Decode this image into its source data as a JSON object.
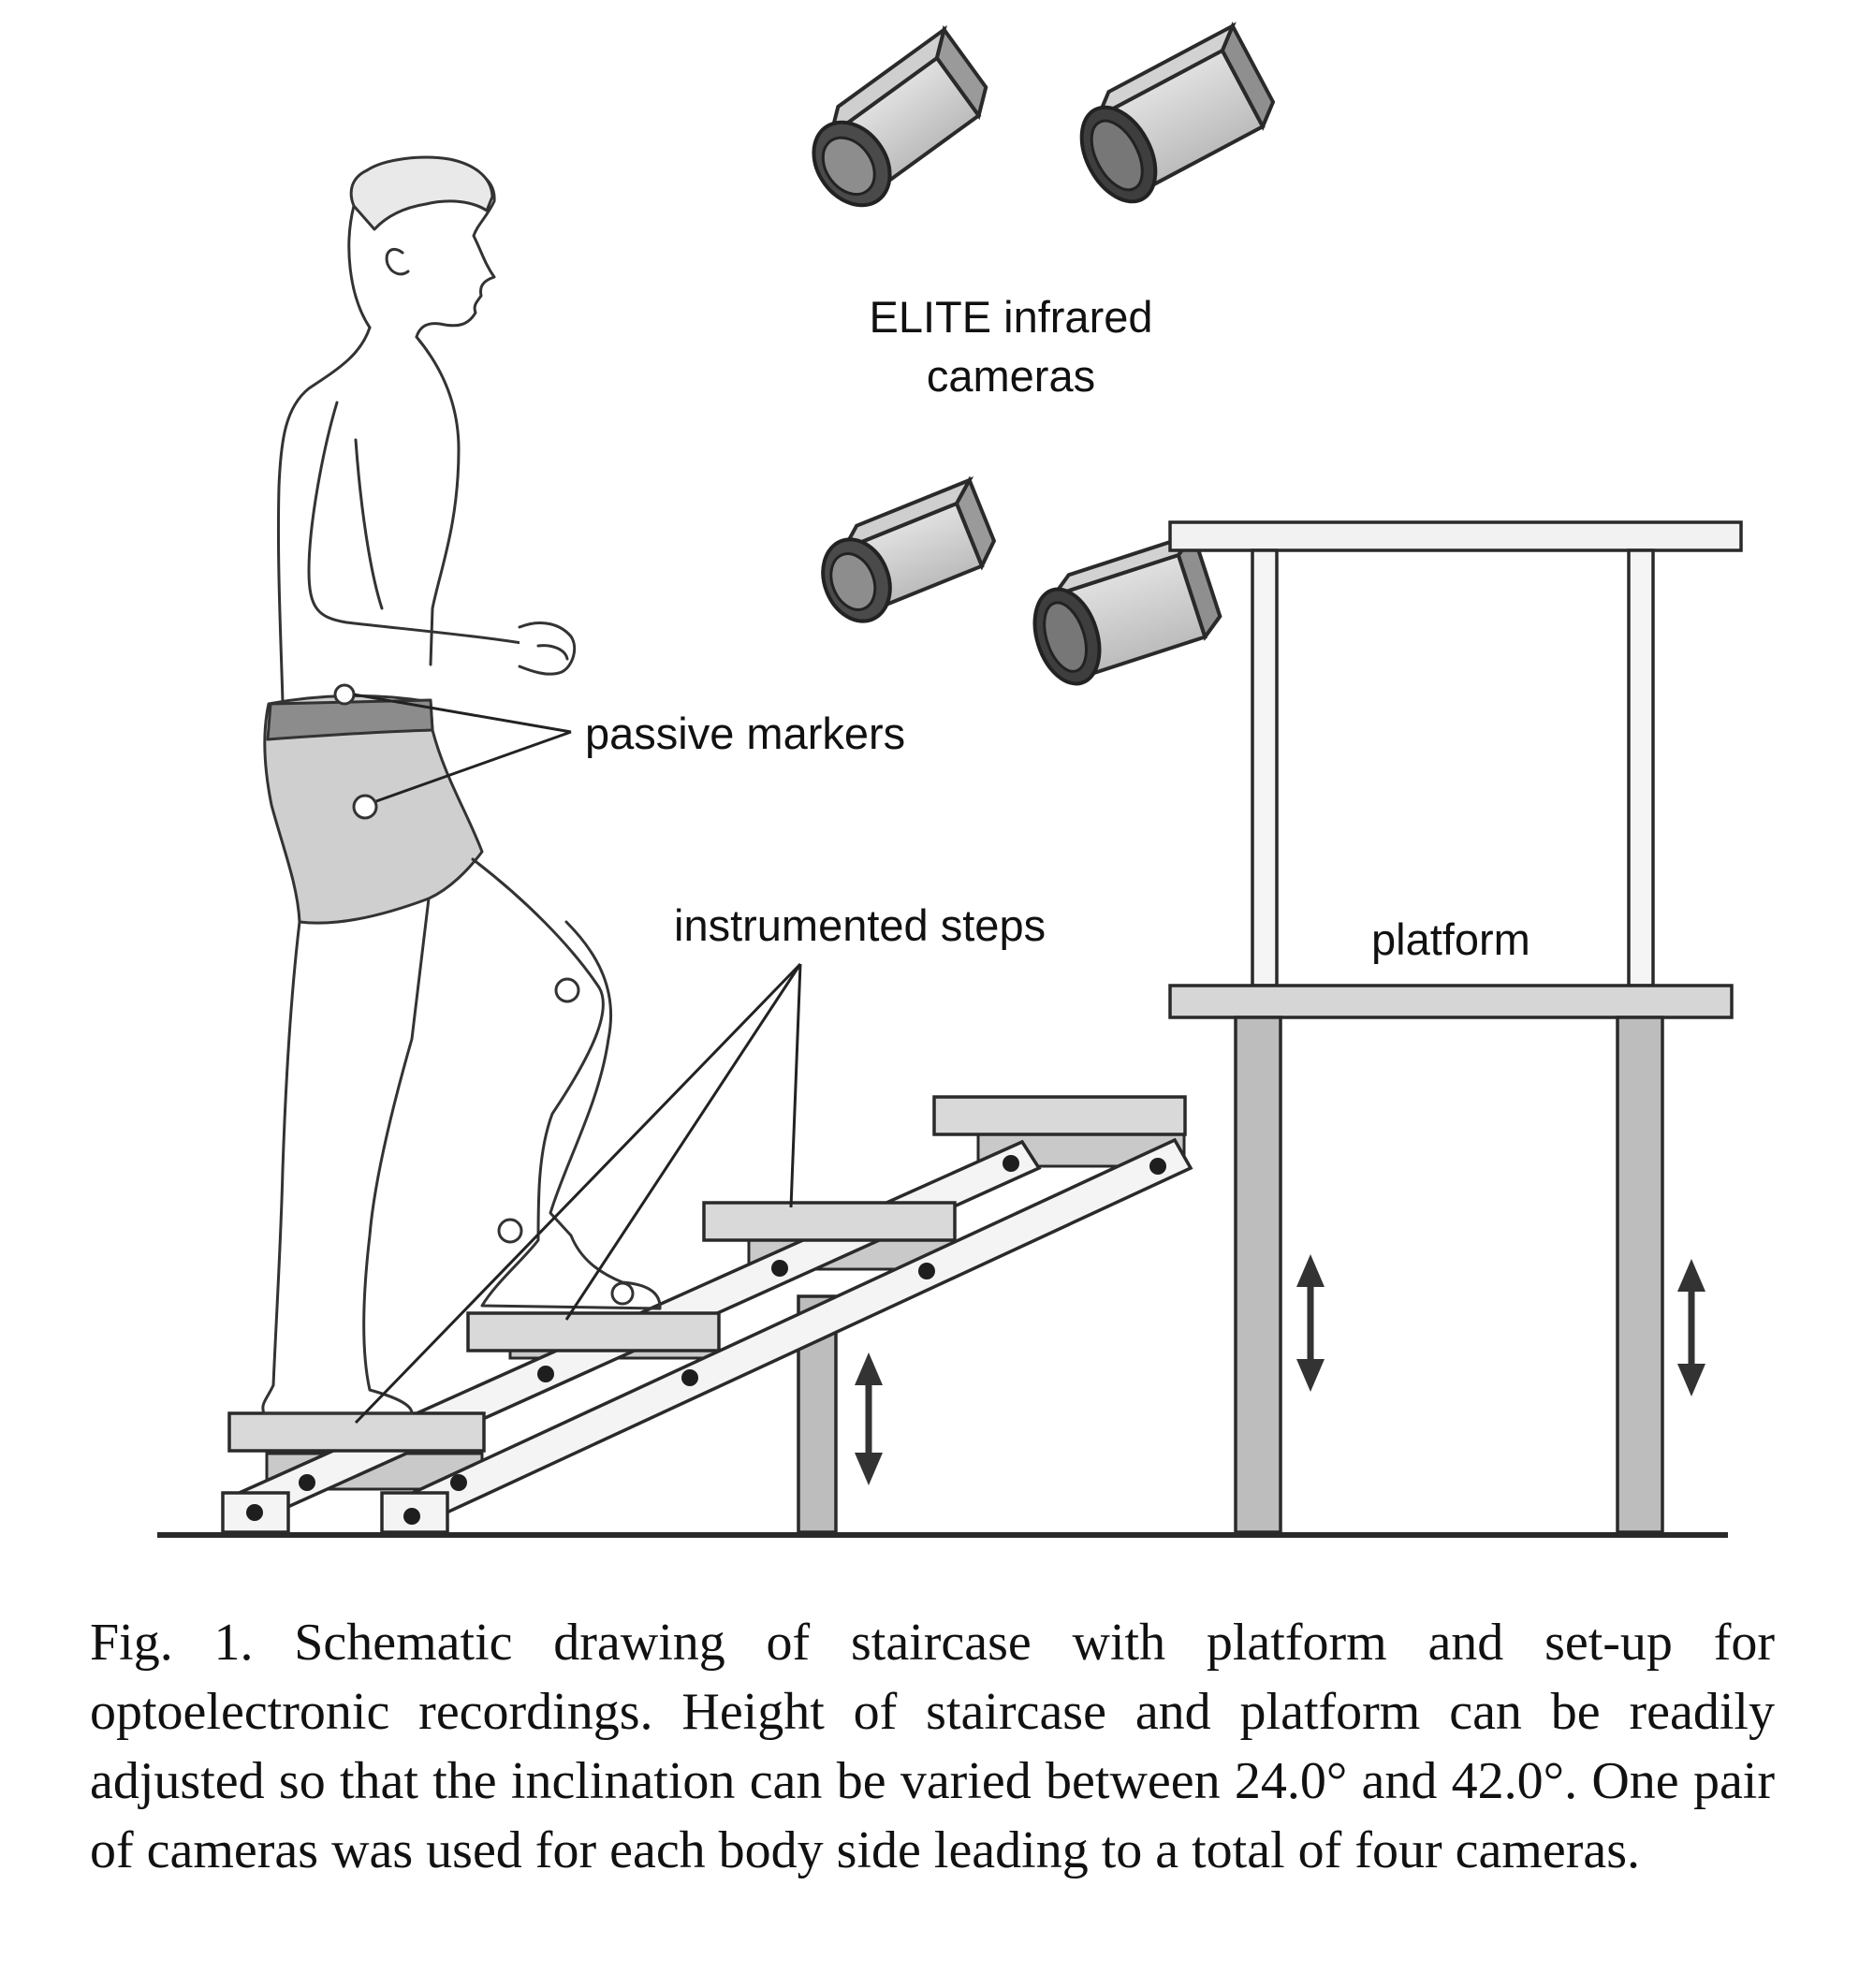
{
  "labels": {
    "cameras_line1": "ELITE infrared",
    "cameras_line2": "cameras",
    "passive_markers": "passive markers",
    "instrumented_steps": "instrumented steps",
    "platform": "platform"
  },
  "caption": "Fig. 1. Schematic drawing of staircase with platform and set-up for optoelectronic recordings. Height of staircase and platform can be readily adjusted so that the inclination can be varied between 24.0° and 42.0°. One pair of cameras was used for each body side leading to a total of four cameras.",
  "colors": {
    "outline": "#2a2a2a",
    "light_gray": "#d6d6d6",
    "mid_gray": "#bdbdbd",
    "dark_gray": "#7a7a7a"
  }
}
